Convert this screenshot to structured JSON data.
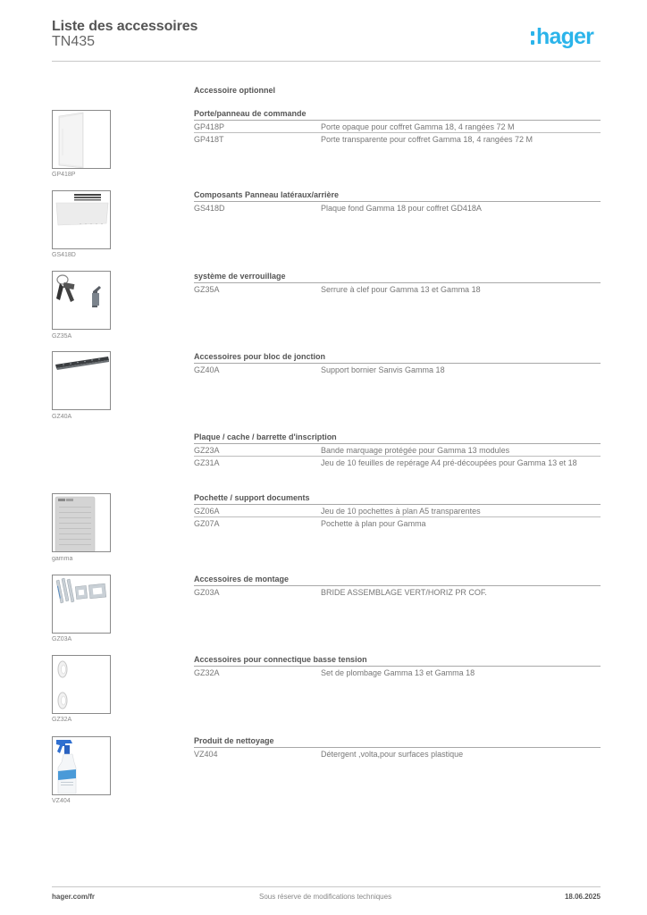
{
  "header": {
    "title": "Liste des accessoires",
    "subtitle": "TN435",
    "logo_text": "hager",
    "logo_color": "#2bb4ea"
  },
  "main_heading": "Accessoire optionnel",
  "sections": [
    {
      "title": "Porte/panneau de commande",
      "image_label": "GP418P",
      "image_icon": "door-panel-image",
      "rows": [
        {
          "ref": "GP418P",
          "desc": "Porte opaque pour coffret Gamma 18, 4 rangées 72 M"
        },
        {
          "ref": "GP418T",
          "desc": "Porte transparente pour coffret Gamma 18, 4 rangées 72 M"
        }
      ]
    },
    {
      "title": "Composants Panneau latéraux/arrière",
      "image_label": "GS418D",
      "image_icon": "back-plate-image",
      "rows": [
        {
          "ref": "GS418D",
          "desc": "Plaque fond Gamma 18 pour coffret GD418A"
        }
      ]
    },
    {
      "title": "système de verrouillage",
      "image_label": "GZ35A",
      "image_icon": "key-lock-image",
      "rows": [
        {
          "ref": "GZ35A",
          "desc": "Serrure à clef pour Gamma 13 et Gamma 18"
        }
      ]
    },
    {
      "title": "Accessoires pour bloc de jonction",
      "image_label": "GZ40A",
      "image_icon": "terminal-rail-image",
      "rows": [
        {
          "ref": "GZ40A",
          "desc": "Support bornier Sanvis Gamma 18"
        }
      ]
    },
    {
      "title": "Plaque / cache / barrette d'inscription",
      "rows": [
        {
          "ref": "GZ23A",
          "desc": "Bande marquage protégée pour Gamma 13 modules"
        },
        {
          "ref": "GZ31A",
          "desc": "Jeu de 10 feuilles de repérage A4 pré-découpées pour Gamma 13 et 18"
        }
      ]
    },
    {
      "title": "Pochette / support  documents",
      "image_label": "gamma",
      "image_icon": "document-pocket-image",
      "rows": [
        {
          "ref": "GZ06A",
          "desc": "Jeu de 10 pochettes à plan A5 transparentes"
        },
        {
          "ref": "GZ07A",
          "desc": "Pochette à plan pour Gamma"
        }
      ]
    },
    {
      "title": "Accessoires de montage",
      "image_label": "GZ03A",
      "image_icon": "mounting-bracket-image",
      "rows": [
        {
          "ref": "GZ03A",
          "desc": "BRIDE ASSEMBLAGE VERT/HORIZ PR COF."
        }
      ]
    },
    {
      "title": "Accessoires pour connectique basse tension",
      "image_label": "GZ32A",
      "image_icon": "sealing-ring-image",
      "rows": [
        {
          "ref": "GZ32A",
          "desc": "Set de plombage Gamma 13 et Gamma 18"
        }
      ]
    },
    {
      "title": "Produit de nettoyage",
      "image_label": "VZ404",
      "image_icon": "spray-bottle-image",
      "rows": [
        {
          "ref": "VZ404",
          "desc": "Détergent ,volta,pour surfaces plastique"
        }
      ]
    }
  ],
  "footer": {
    "website": "hager.com/fr",
    "notice": "Sous réserve de modifications techniques",
    "date": "18.06.2025"
  }
}
